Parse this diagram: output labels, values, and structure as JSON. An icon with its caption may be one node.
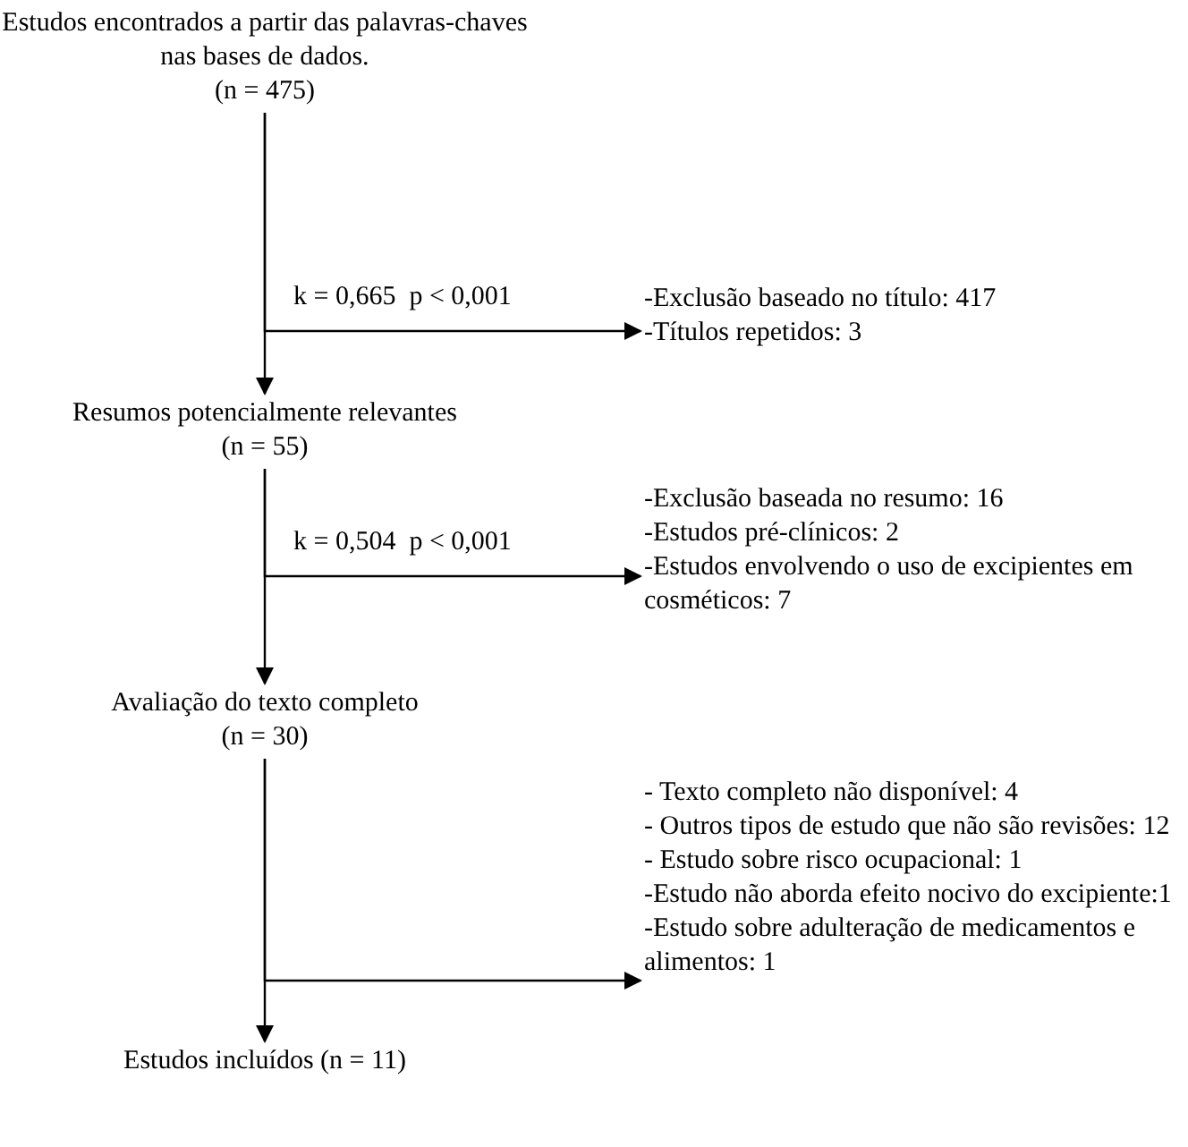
{
  "diagram": {
    "nodes": [
      {
        "text": [
          "Estudos encontrados a partir das palavras-chaves nas bases de dados.",
          "(n = 475)"
        ]
      },
      {
        "text": [
          "-Exclusão baseado no título: 417",
          "-Títulos repetidos: 3"
        ]
      },
      {
        "text": [
          "Resumos potencialmente relevantes",
          "(n = 55)"
        ]
      },
      {
        "text": [
          "-Exclusão baseada no resumo: 16",
          "-Estudos pré-clínicos: 2",
          "-Estudos envolvendo o uso de excipientes em cosméticos: 7"
        ]
      },
      {
        "text": [
          "Avaliação do texto completo",
          "(n = 30)"
        ]
      },
      {
        "text": [
          "- Texto completo não disponível: 4",
          "- Outros tipos de estudo que não são revisões: 12",
          "- Estudo sobre risco ocupacional: 1",
          "-Estudo não aborda efeito nocivo do excipiente:1",
          "-Estudo sobre adulteração de medicamentos e alimentos: 1"
        ]
      },
      {
        "text": [
          "Estudos incluídos (n = 11)"
        ]
      }
    ],
    "edges": [
      {
        "from": 0,
        "to": 2,
        "arrow": "to"
      },
      {
        "from": 0,
        "to": 1,
        "arrow": "to",
        "label": "k = 0,665  p < 0,001"
      },
      {
        "from": 2,
        "to": 4,
        "arrow": "to"
      },
      {
        "from": 2,
        "to": 3,
        "arrow": "to",
        "label": "k = 0,504  p < 0,001"
      },
      {
        "from": 4,
        "to": 6,
        "arrow": "to"
      },
      {
        "from": 4,
        "to": 5,
        "arrow": "to"
      }
    ]
  }
}
